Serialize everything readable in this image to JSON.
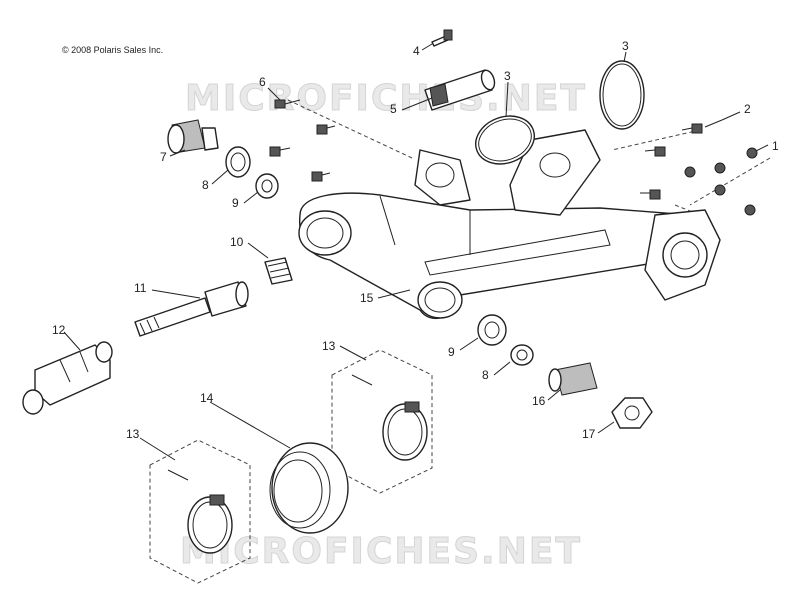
{
  "copyright": "© 2008 Polaris Sales Inc.",
  "watermark": "MICROFICHES.NET",
  "callouts": {
    "c1": "1",
    "c2": "2",
    "c3a": "3",
    "c3b": "3",
    "c4": "4",
    "c5": "5",
    "c6": "6",
    "c7": "7",
    "c8a": "8",
    "c8b": "8",
    "c9a": "9",
    "c9b": "9",
    "c10": "10",
    "c11": "11",
    "c12": "12",
    "c13a": "13",
    "c13b": "13",
    "c14": "14",
    "c15": "15",
    "c16": "16",
    "c17": "17"
  }
}
